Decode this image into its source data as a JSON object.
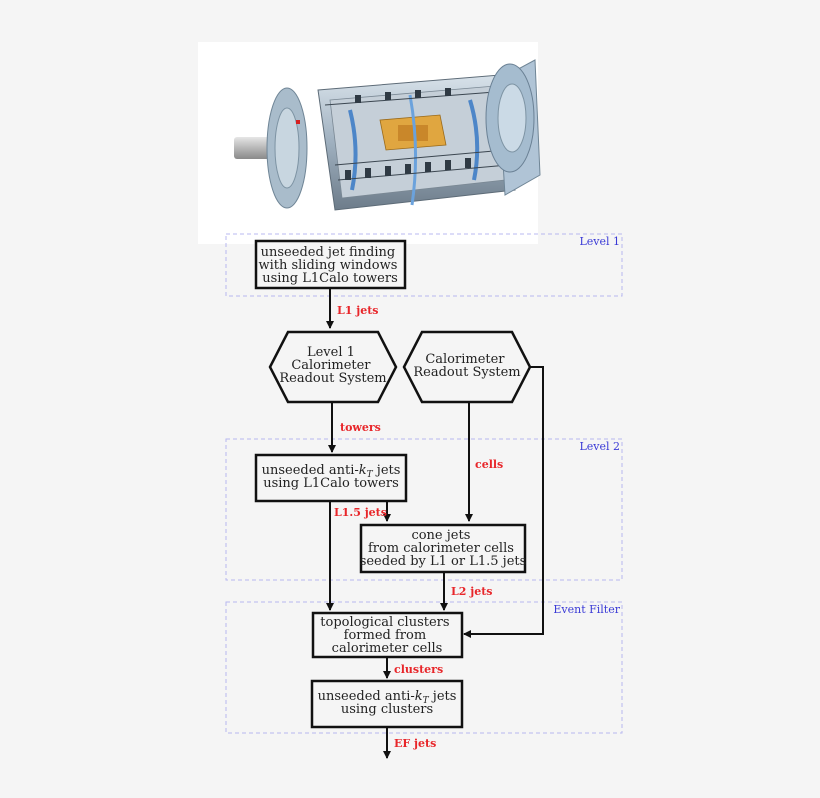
{
  "levels": {
    "level1": "Level 1",
    "level2": "Level 2",
    "event_filter": "Event Filter"
  },
  "nodes": {
    "jet_finding": [
      "unseeded jet finding",
      "with sliding windows",
      "using L1Calo towers"
    ],
    "l1_readout": [
      "Level 1",
      "Calorimeter",
      "Readout System"
    ],
    "calo_readout": [
      "Calorimeter",
      "Readout System"
    ],
    "antikt_l1calo_line2": "using L1Calo towers",
    "cone_jets": [
      "cone jets",
      "from calorimeter cells",
      "seeded by L1 or L1.5 jets"
    ],
    "topo_clusters": [
      "topological clusters",
      "formed from",
      "calorimeter cells"
    ],
    "antikt_clusters_line2": "using clusters"
  },
  "flows": {
    "l1_jets": "L1 jets",
    "towers": "towers",
    "cells": "cells",
    "l15_jets": "L1.5 jets",
    "l2_jets": "L2 jets",
    "clusters": "clusters",
    "ef_jets": "EF jets"
  },
  "detector_image": "atlas-detector-cutaway",
  "colors": {
    "flow_label": "#e8262a",
    "level_label": "#3a3ad6",
    "level_frame": "#b8b8f0",
    "box_border": "#111111"
  }
}
